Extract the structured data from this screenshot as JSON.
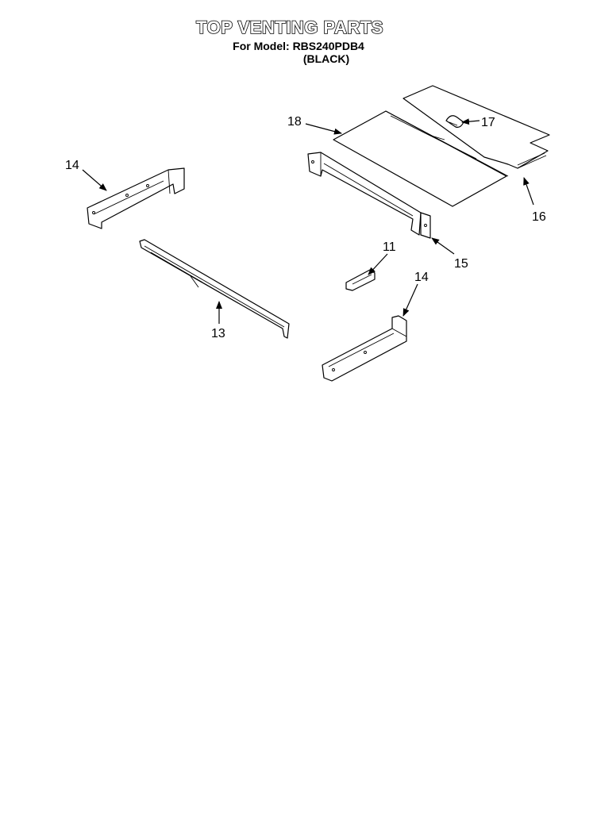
{
  "header": {
    "title": "TOP VENTING PARTS",
    "model_line": "For Model: RBS240PDB4",
    "color_line": "(BLACK)"
  },
  "callouts": {
    "c18": "18",
    "c17": "17",
    "c14a": "14",
    "c16": "16",
    "c15": "15",
    "c11": "11",
    "c14b": "14",
    "c13": "13"
  }
}
